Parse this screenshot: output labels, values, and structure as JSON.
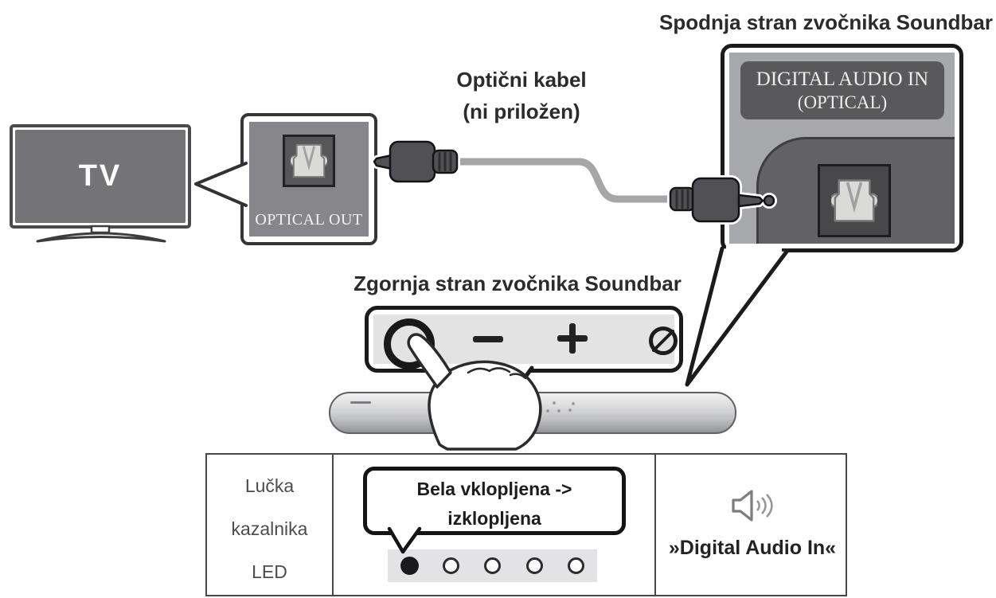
{
  "diagram": {
    "titles": {
      "bottom_side": "Spodnja stran zvočnika Soundbar",
      "top_side": "Zgornja stran zvočnika Soundbar"
    },
    "cable_label": {
      "line1": "Optični kabel",
      "line2": "(ni priložen)"
    },
    "tv": {
      "label": "TV"
    },
    "optical_out": {
      "label": "OPTICAL OUT"
    },
    "digital_audio_in": {
      "line1": "DIGITAL AUDIO IN",
      "line2": "(OPTICAL)"
    },
    "control_panel": {
      "power_symbol": "○",
      "volume_down_symbol": "−",
      "volume_up_symbol": "+",
      "multi_function_symbol": "Ø"
    }
  },
  "table": {
    "row_label": {
      "lines": [
        "Lučka",
        "kazalnika",
        "LED"
      ]
    },
    "led_status": {
      "bubble": {
        "line1": "Bela vklopljena ->",
        "line2": "izklopljena"
      },
      "states": [
        "on",
        "off",
        "off",
        "off",
        "off"
      ]
    },
    "source": {
      "label": "»Digital Audio In«"
    }
  },
  "colors": {
    "outline_black": "#1b1b1d",
    "device_gray": "#87878b",
    "dark_label_gray": "#59595c",
    "panel_light_gray": "#e3e3e4",
    "cable_gray": "#a5a6a8",
    "led_on_black": "#1a1a1c",
    "table_border_gray": "#48484a"
  }
}
